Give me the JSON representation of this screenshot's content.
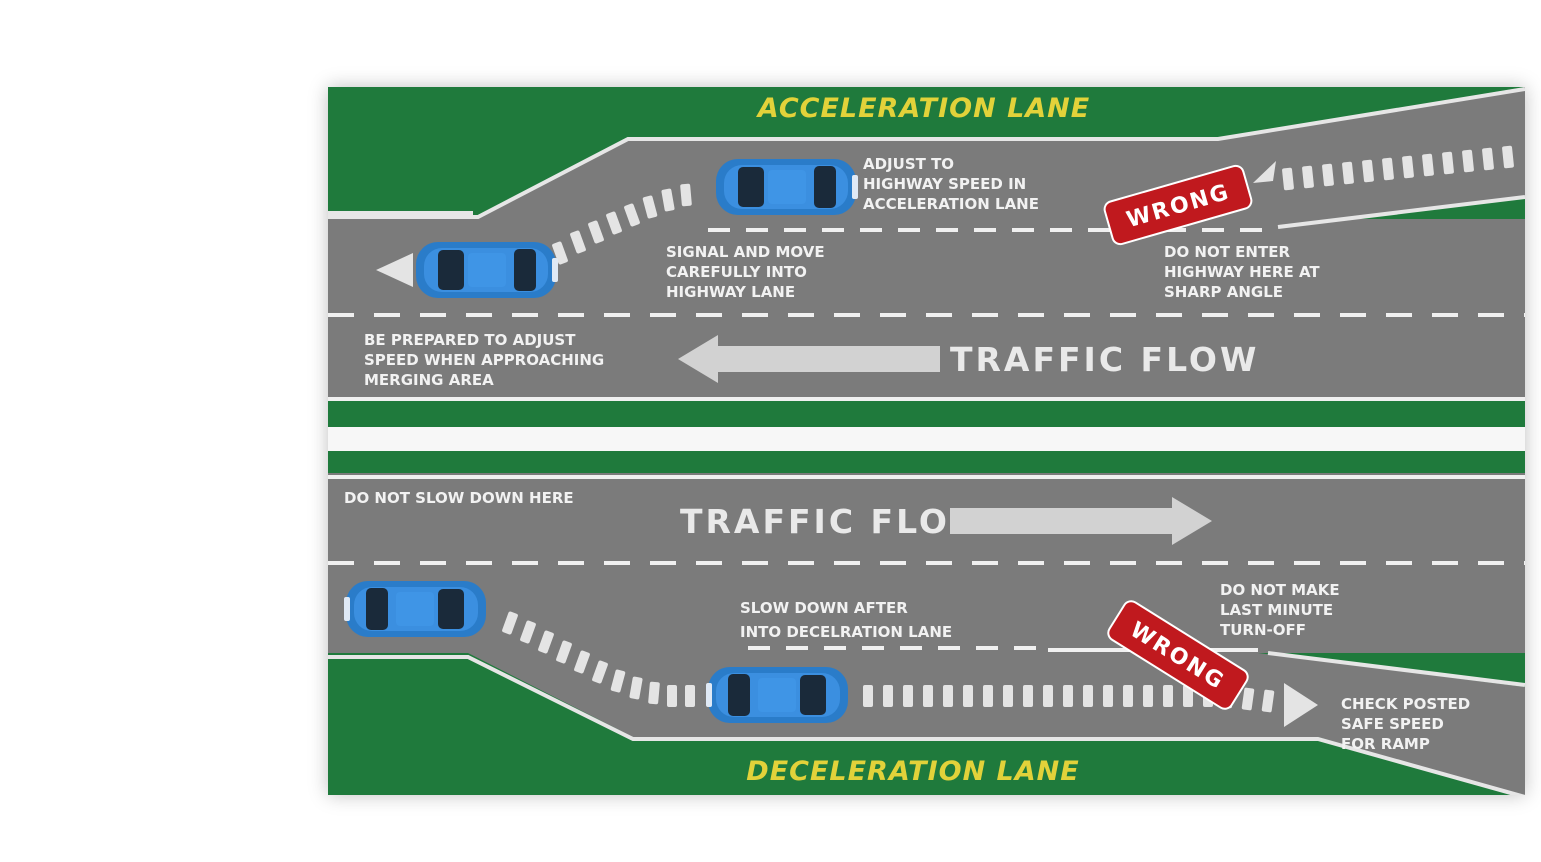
{
  "top": {
    "title": "ACCELERATION LANE",
    "note_adjust": [
      "ADJUST TO",
      "HIGHWAY SPEED IN",
      "ACCELERATION LANE"
    ],
    "note_signal": [
      "SIGNAL AND MOVE",
      "CAREFULLY INTO",
      "HIGHWAY LANE"
    ],
    "note_do_not_enter": [
      "DO NOT ENTER",
      "HIGHWAY HERE AT",
      "SHARP ANGLE"
    ],
    "note_prepared": [
      "BE PREPARED TO ADJUST",
      "SPEED WHEN APPROACHING",
      "MERGING AREA"
    ],
    "flow_label": "TRAFFIC FLOW",
    "wrong_label": "WRONG"
  },
  "bottom": {
    "title": "DECELERATION LANE",
    "note_do_not_slow": "DO NOT SLOW DOWN HERE",
    "flow_label": "TRAFFIC FLOW",
    "note_slow_down": [
      "SLOW DOWN AFTER",
      "INTO DECELRATION LANE"
    ],
    "note_last_minute": [
      "DO NOT MAKE",
      "LAST MINUTE",
      "TURN-OFF"
    ],
    "note_check_speed": [
      "CHECK POSTED",
      "SAFE SPEED",
      "FOR RAMP"
    ],
    "wrong_label": "WRONG"
  },
  "colors": {
    "grass": "#1f7a3c",
    "road": "#7b7b7b",
    "title_text": "#e2d23a",
    "car": "#2a7cc9",
    "wrong_sign": "#c0191e"
  },
  "icons": [
    "car-icon",
    "arrow-left-icon",
    "arrow-right-icon",
    "wrong-sign-icon",
    "path-chevrons"
  ]
}
